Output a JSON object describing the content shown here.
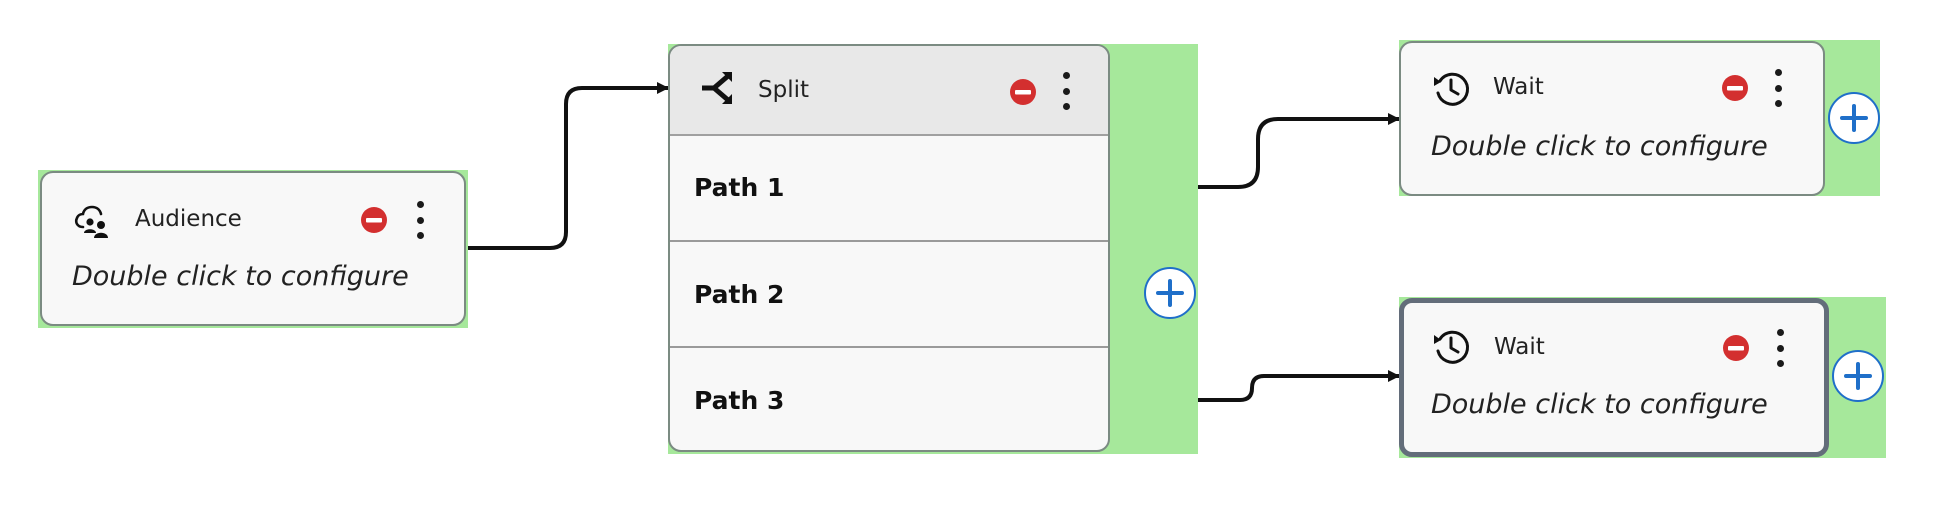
{
  "colors": {
    "highlight": "#a6e89b",
    "node_border": "#7b8b82",
    "selected_border": "#636d7a",
    "status_red": "#d32f2f",
    "add_blue": "#1f6fc9",
    "connector": "#111111"
  },
  "nodes": {
    "audience": {
      "title": "Audience",
      "hint": "Double click to configure",
      "icon": "audience-cloud-icon"
    },
    "split": {
      "title": "Split",
      "icon": "split-icon",
      "paths": [
        {
          "label": "Path 1"
        },
        {
          "label": "Path 2"
        },
        {
          "label": "Path 3"
        }
      ]
    },
    "wait_top": {
      "title": "Wait",
      "hint": "Double click to configure",
      "icon": "clock-refresh-icon"
    },
    "wait_bottom": {
      "title": "Wait",
      "hint": "Double click to configure",
      "icon": "clock-refresh-icon",
      "selected": true
    }
  }
}
